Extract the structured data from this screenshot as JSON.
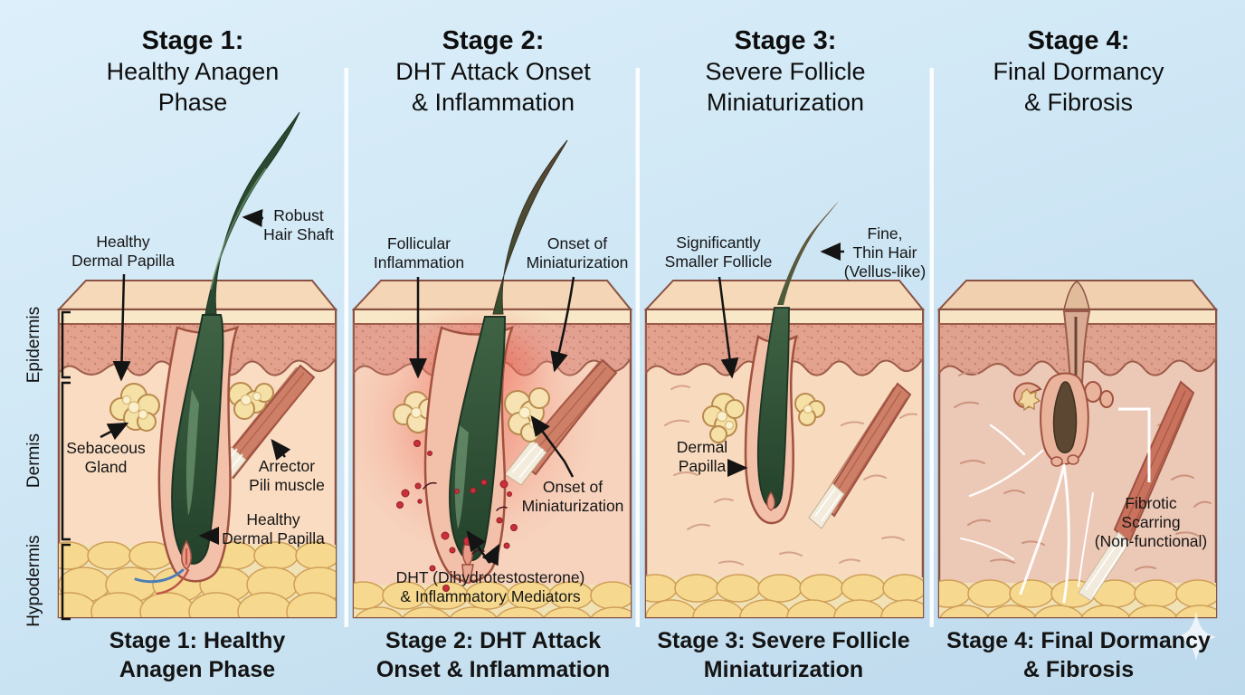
{
  "figure": "Hair follicle miniaturization stages (androgenetic alopecia progression)",
  "layer_labels": [
    "Epidermis",
    "Dermis",
    "Hypodermis"
  ],
  "colors": {
    "background_top": "#ddeffa",
    "background_bottom": "#bdd9ec",
    "panel_divider": "#ffffff",
    "title_text": "#0e0e0e",
    "label_text": "#151515",
    "skin_top_face": "#f5d9b8",
    "epidermis": "#e3a28e",
    "dermis": "#f9dcc2",
    "dermis_stage4": "#ecc8b6",
    "hypodermis_fat": "#f6d98f",
    "hair_green": "#2b4830",
    "hair_brown": "#5c4836",
    "follicle_sheath": "#f3c0a9",
    "sebaceous_gland": "#f5e0a6",
    "arrector_muscle": "#ce7f67",
    "inflammation_glow": "#e84034",
    "dht_dot": "#cb2f3a",
    "fibrosis_streak": "#ffffff",
    "outline": "#8a5244"
  },
  "panels": [
    {
      "title": [
        "Stage 1:",
        "Healthy Anagen",
        "Phase"
      ],
      "caption": [
        "Stage 1: Healthy",
        "Anagen Phase"
      ],
      "labels": {
        "robust_hair_shaft": [
          "Robust",
          "Hair Shaft"
        ],
        "healthy_dermal_papilla_top": [
          "Healthy",
          "Dermal Papilla"
        ],
        "sebaceous_gland": [
          "Sebaceous",
          "Gland"
        ],
        "arrector_pili": [
          "Arrector",
          "Pili muscle"
        ],
        "healthy_dermal_papilla_bottom": [
          "Healthy",
          "Dermal Papilla"
        ]
      }
    },
    {
      "title": [
        "Stage 2:",
        "DHT Attack Onset",
        "& Inflammation"
      ],
      "caption": [
        "Stage 2: DHT Attack",
        "Onset & Inflammation"
      ],
      "labels": {
        "follicular_inflammation": [
          "Follicular",
          "Inflammation"
        ],
        "onset_miniaturization_upper": [
          "Onset of",
          "Miniaturization"
        ],
        "onset_miniaturization_lower": [
          "Onset of",
          "Miniaturization"
        ],
        "dht_mediators": [
          "DHT (Dihydrotestosterone)",
          "& Inflammatory Mediators"
        ]
      }
    },
    {
      "title": [
        "Stage 3:",
        "Severe Follicle",
        "Miniaturization"
      ],
      "caption": [
        "Stage 3: Severe Follicle",
        "Miniaturization"
      ],
      "labels": {
        "significantly_smaller_follicle": [
          "Significantly",
          "Smaller Follicle"
        ],
        "fine_thin_hair": [
          "Fine,",
          "Thin Hair",
          "(Vellus-like)"
        ],
        "dermal_papilla": [
          "Dermal",
          "Papilla"
        ]
      }
    },
    {
      "title": [
        "Stage 4:",
        "Final Dormancy",
        "& Fibrosis"
      ],
      "caption": [
        "Stage 4: Final Dormancy",
        "& Fibrosis"
      ],
      "labels": {
        "fibrotic_scarring": [
          "Fibrotic",
          "Scarring",
          "(Non-functional)"
        ]
      }
    }
  ]
}
